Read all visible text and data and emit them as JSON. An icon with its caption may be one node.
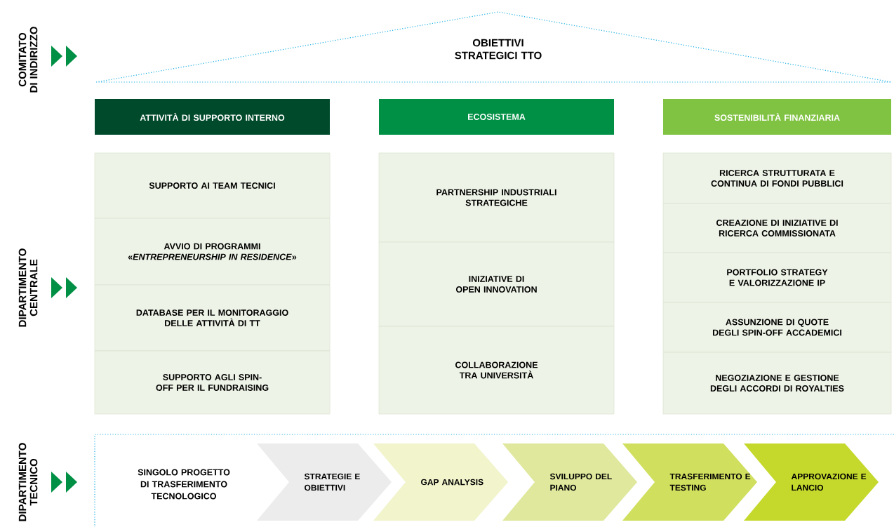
{
  "diagram": {
    "nodes": [
      {
        "text": [
          "OBIETTIVI STRATEGICI TTO"
        ]
      },
      {
        "text": [
          "ATTIVITÀ DI SUPPORTO INTERNO"
        ]
      },
      {
        "text": [
          "ECOSISTEMA"
        ]
      },
      {
        "text": [
          "SOSTENIBILITÀ FINANZIARIA"
        ]
      },
      {
        "text": [
          "SUPPORTO AI TEAM TECNICI"
        ]
      },
      {
        "text": [
          "AVVIO DI PROGRAMMI «*ENTREPRENEURSHIP IN RESIDENCE*»"
        ]
      },
      {
        "text": [
          "DATABASE PER IL MONITORAGGIO DELLE ATTIVITÀ DI TT"
        ]
      },
      {
        "text": [
          "SUPPORTO AGLI SPIN-OFF PER IL FUNDRAISING"
        ]
      },
      {
        "text": [
          "PARTNERSHIP INDUSTRIALI STRATEGICHE"
        ]
      },
      {
        "text": [
          "INIZIATIVE DI OPEN INNOVATION"
        ]
      },
      {
        "text": [
          "COLLABORAZIONE TRA UNIVERSITÀ"
        ]
      },
      {
        "text": [
          "RICERCA STRUTTURATA E CONTINUA DI FONDI PUBBLICI"
        ]
      },
      {
        "text": [
          "CREAZIONE DI INIZIATIVE DI RICERCA COMMISSIONATA"
        ]
      },
      {
        "text": [
          "PORTFOLIO STRATEGY E VALORIZZAZIONE IP"
        ]
      },
      {
        "text": [
          "ASSUNZIONE DI QUOTE DEGLI SPIN-OFF ACCADEMICI"
        ]
      },
      {
        "text": [
          "NEGOZIAZIONE E GESTIONE DEGLI ACCORDI DI ROYALTIES"
        ]
      },
      {
        "text": [
          "SINGOLO PROGETTO DI TRASFERIMENTO TECNOLOGICO"
        ]
      },
      {
        "text": [
          "STRATEGIE E OBIETTIVI"
        ]
      },
      {
        "text": [
          "GAP ANALYSIS"
        ]
      },
      {
        "text": [
          "SVILUPPO DEL PIANO"
        ]
      },
      {
        "text": [
          "TRASFERIMENTO E TESTING"
        ]
      },
      {
        "text": [
          "APPROVAZIONE E LANCIO"
        ]
      }
    ],
    "labels": [
      "COMITATO DI INDIRIZZO",
      "DIPARTIMENTO CENTRALE",
      "DIPARTIMENTO TECNICO"
    ]
  }
}
